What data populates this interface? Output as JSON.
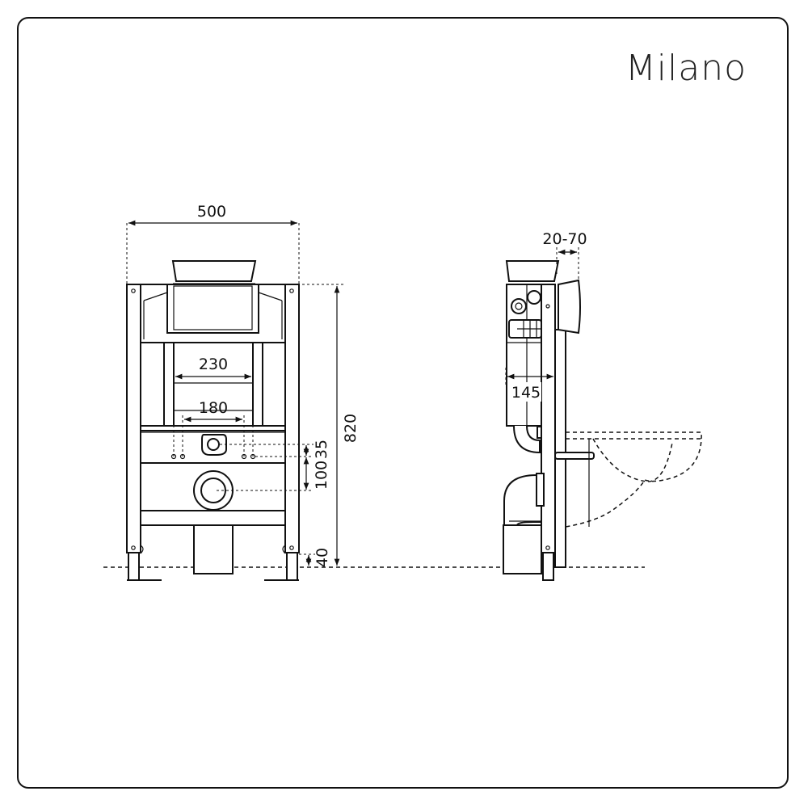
{
  "brand": "Milano",
  "dimensions": {
    "width_total": "500",
    "inner_width": "230",
    "hole_spacing": "180",
    "height_total": "820",
    "offset_35": "35",
    "offset_100": "100",
    "floor_offset": "40",
    "wall_adjust": "20-70",
    "depth": "145"
  }
}
